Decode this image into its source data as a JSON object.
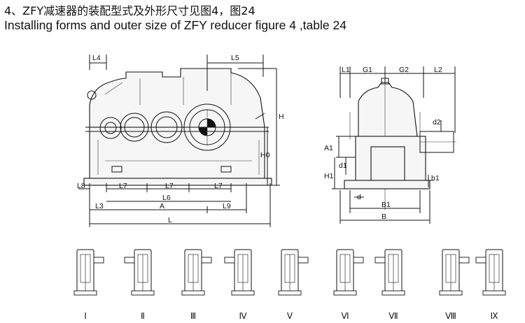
{
  "title_cn": "4、ZFY减速器的装配型式及外形尺寸见图4，图24",
  "title_en": "Installing forms and outer size of ZFY reducer figure 4 ,table 24",
  "dimensions_front": {
    "L4": "L4",
    "L5": "L5",
    "H": "H",
    "H0": "H0",
    "L8": "L8",
    "L7": "L7",
    "L6": "L6",
    "L3": "L3",
    "A": "A",
    "L9": "L9",
    "L": "L"
  },
  "dimensions_side": {
    "L1": "L1",
    "G1": "G1",
    "G2": "G2",
    "L2": "L2",
    "d2": "d2",
    "A1": "A1",
    "d1": "d1",
    "H1": "H1",
    "h1": "h1",
    "d": "d",
    "B1": "B1",
    "B": "B"
  },
  "mounting_forms": [
    "Ⅰ",
    "Ⅱ",
    "Ⅲ",
    "Ⅳ",
    "Ⅴ",
    "Ⅵ",
    "Ⅶ",
    "Ⅷ",
    "Ⅸ"
  ]
}
